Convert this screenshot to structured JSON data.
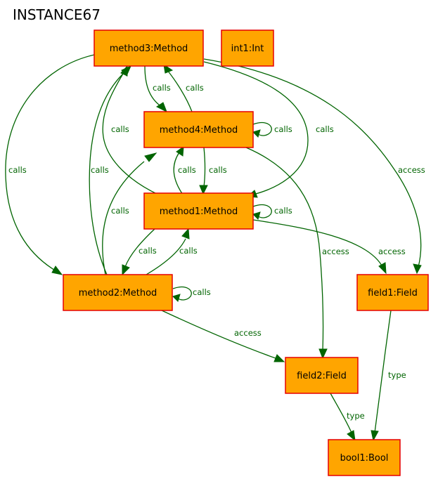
{
  "title": "INSTANCE67",
  "colors": {
    "node_fill": "#ffa500",
    "node_border": "#e60000",
    "edge": "#006400",
    "text": "#000000"
  },
  "nodes": {
    "method3": "method3:Method",
    "int1": "int1:Int",
    "method4": "method4:Method",
    "method1": "method1:Method",
    "method2": "method2:Method",
    "field1": "field1:Field",
    "field2": "field2:Field",
    "bool1": "bool1:Bool"
  },
  "edges": [
    {
      "from": "method3",
      "to": "method4",
      "label": "calls"
    },
    {
      "from": "method4",
      "to": "method3",
      "label": "calls"
    },
    {
      "from": "method3",
      "to": "method1",
      "label": "calls"
    },
    {
      "from": "method3",
      "to": "method2",
      "label": "calls"
    },
    {
      "from": "method3",
      "to": "field1",
      "label": "access"
    },
    {
      "from": "method4",
      "to": "method4",
      "label": "calls"
    },
    {
      "from": "method1",
      "to": "method3",
      "label": "calls"
    },
    {
      "from": "method2",
      "to": "method3",
      "label": "calls"
    },
    {
      "from": "method4",
      "to": "method1",
      "label": "calls"
    },
    {
      "from": "method1",
      "to": "method4",
      "label": "calls"
    },
    {
      "from": "method2",
      "to": "method4",
      "label": "calls"
    },
    {
      "from": "method4",
      "to": "field2",
      "label": "access"
    },
    {
      "from": "method1",
      "to": "method1",
      "label": "calls"
    },
    {
      "from": "method1",
      "to": "method2",
      "label": "calls"
    },
    {
      "from": "method2",
      "to": "method1",
      "label": "calls"
    },
    {
      "from": "method1",
      "to": "field1",
      "label": "access"
    },
    {
      "from": "method2",
      "to": "method2",
      "label": "calls"
    },
    {
      "from": "method2",
      "to": "field2",
      "label": "access"
    },
    {
      "from": "field1",
      "to": "bool1",
      "label": "type"
    },
    {
      "from": "field2",
      "to": "bool1",
      "label": "type"
    }
  ]
}
